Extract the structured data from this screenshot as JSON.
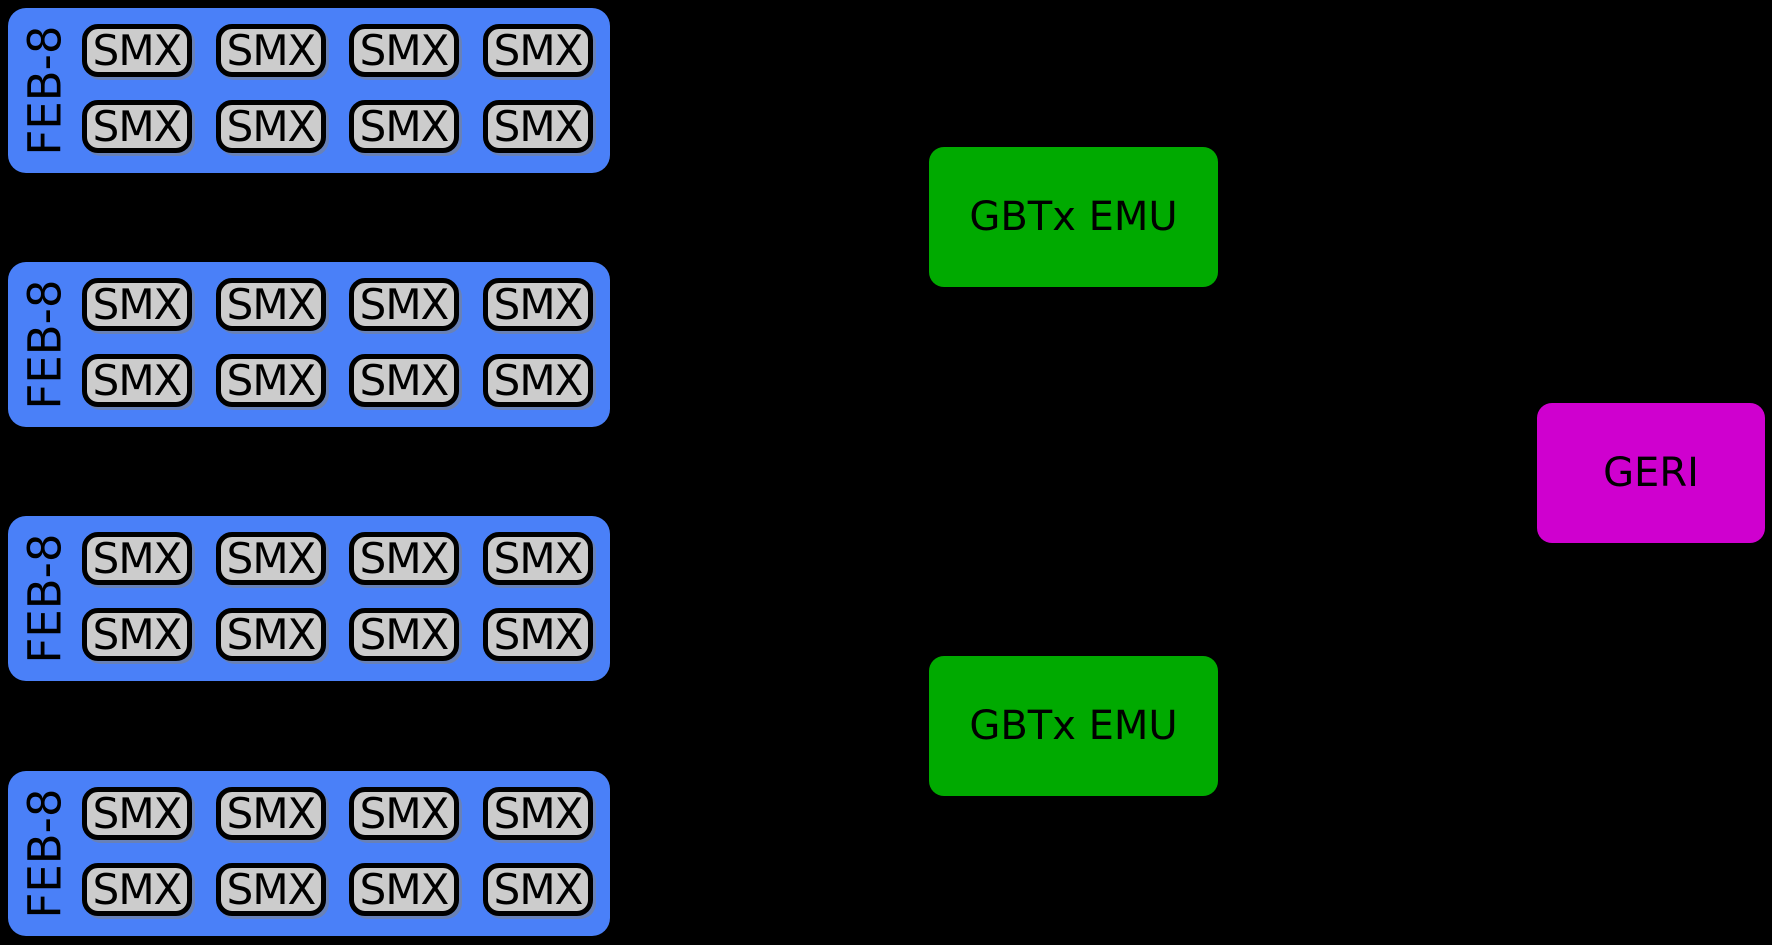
{
  "colors": {
    "background": "#000000",
    "board": "#4a80f8",
    "chip_fill": "#cccccc",
    "chip_border": "#000000",
    "gbtx": "#00aa00",
    "geri": "#cf00cf",
    "label_text": "#000000"
  },
  "boards": [
    {
      "label": "FEB-8",
      "chips": [
        "SMX",
        "SMX",
        "SMX",
        "SMX",
        "SMX",
        "SMX",
        "SMX",
        "SMX"
      ]
    },
    {
      "label": "FEB-8",
      "chips": [
        "SMX",
        "SMX",
        "SMX",
        "SMX",
        "SMX",
        "SMX",
        "SMX",
        "SMX"
      ]
    },
    {
      "label": "FEB-8",
      "chips": [
        "SMX",
        "SMX",
        "SMX",
        "SMX",
        "SMX",
        "SMX",
        "SMX",
        "SMX"
      ]
    },
    {
      "label": "FEB-8",
      "chips": [
        "SMX",
        "SMX",
        "SMX",
        "SMX",
        "SMX",
        "SMX",
        "SMX",
        "SMX"
      ]
    }
  ],
  "gbtx_units": [
    {
      "label": "GBTx EMU"
    },
    {
      "label": "GBTx EMU"
    }
  ],
  "geri": {
    "label": "GERI"
  }
}
